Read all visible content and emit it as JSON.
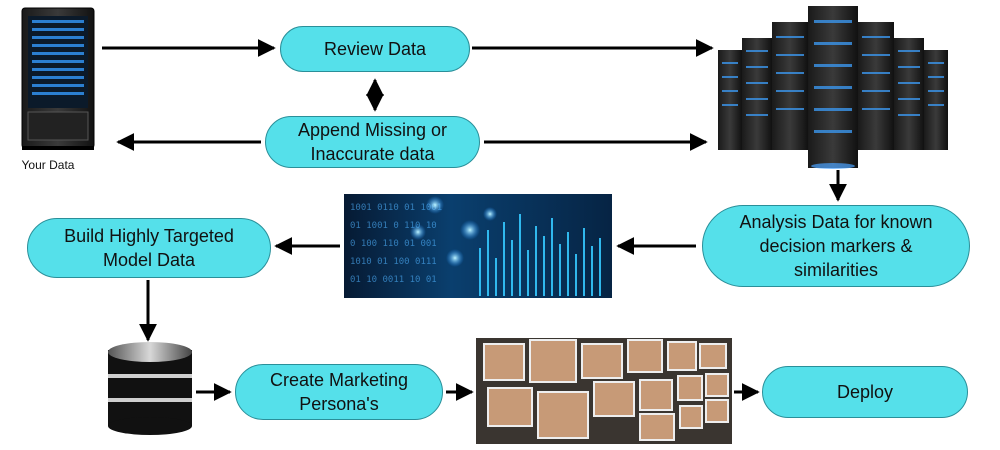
{
  "nodes": {
    "review": "Review Data",
    "append": "Append Missing or\nInaccurate data",
    "analysis": "Analysis Data for known\ndecision markers &\nsimilarities",
    "build": "Build Highly Targeted\nModel Data",
    "persona": "Create Marketing\nPersona's",
    "deploy": "Deploy"
  },
  "labels": {
    "your_data": "Your Data"
  },
  "colors": {
    "node_fill": "#55e0ea",
    "node_border": "#2a8f99",
    "arrow": "#000000"
  },
  "images": {
    "your_data": "server-rack-icon",
    "server_farm": "server-farm-icon",
    "data_stream": "digital-data-stream-image",
    "database": "database-stack-icon",
    "faces": "people-faces-collage-image"
  }
}
